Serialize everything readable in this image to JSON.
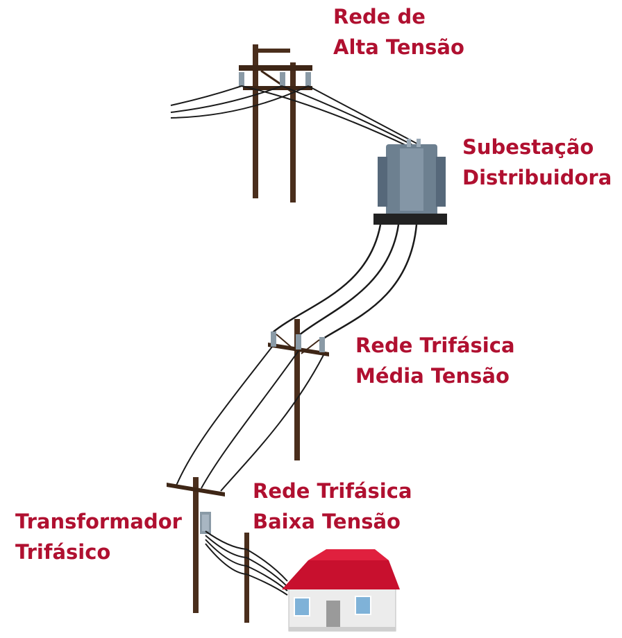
{
  "labels": {
    "high_voltage": {
      "line1": "Rede de",
      "line2": "Alta Tensão"
    },
    "substation": {
      "line1": "Subestação",
      "line2": "Distribuidora"
    },
    "medium_voltage": {
      "line1": "Rede Trifásica",
      "line2": "Média Tensão"
    },
    "low_voltage": {
      "line1": "Rede Trifásica",
      "line2": "Baixa Tensão"
    },
    "transformer": {
      "line1": "Transformador",
      "line2": "Trifásico"
    }
  },
  "colors": {
    "label_text": "#b01030",
    "pole_wood": "#4a2e1c",
    "cable": "#1a1a1a",
    "transformer_body": "#6d8090",
    "roof": "#c8102e",
    "house_wall": "#ececec"
  },
  "icons": {
    "high_voltage_tower": "h-frame-transmission-pole",
    "substation": "pad-transformer",
    "medium_pole": "crossarm-pole-with-insulators",
    "transformer_pole": "pole-mounted-transformer",
    "service_pole": "service-pole",
    "house": "red-roof-house"
  }
}
